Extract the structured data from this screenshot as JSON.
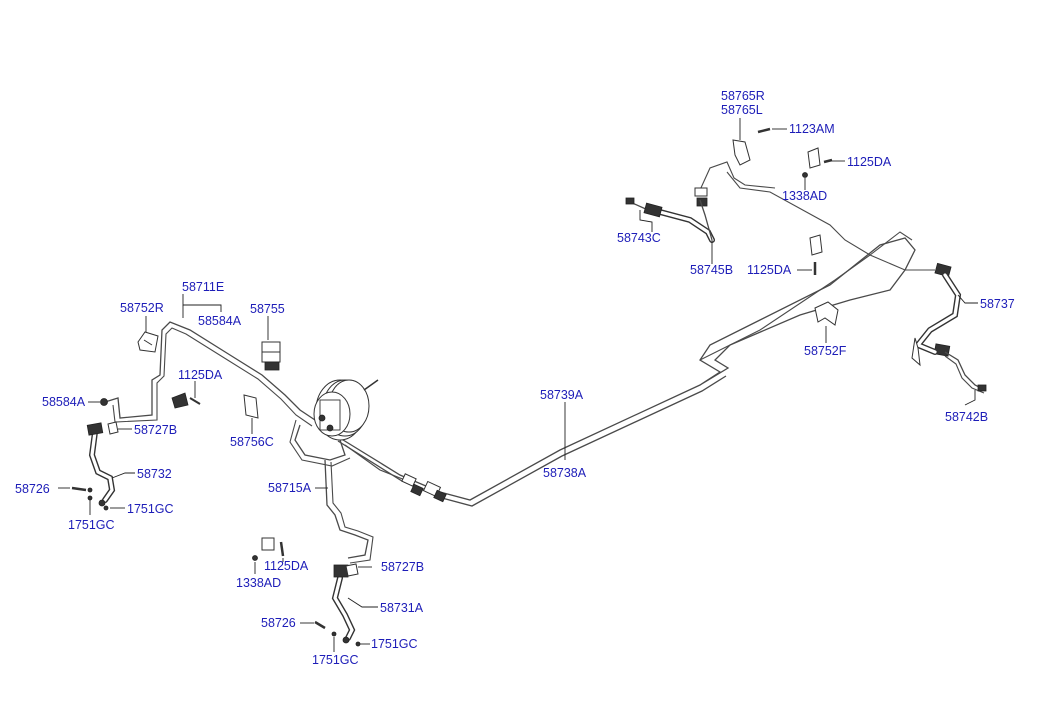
{
  "labels": {
    "p58765R": "58765R",
    "p58765L": "58765L",
    "p1123AM": "1123AM",
    "p1125DA_top": "1125DA",
    "p1338AD_top": "1338AD",
    "p58743C": "58743C",
    "p58745B": "58745B",
    "p1125DA_mid": "1125DA",
    "p58737": "58737",
    "p58752F": "58752F",
    "p58742B": "58742B",
    "p58711E": "58711E",
    "p58752R": "58752R",
    "p58584A_top": "58584A",
    "p58755": "58755",
    "p1125DA_left": "1125DA",
    "p58584A_left": "58584A",
    "p58727B_left": "58727B",
    "p58756C": "58756C",
    "p58739A": "58739A",
    "p58738A": "58738A",
    "p58732": "58732",
    "p58726_left": "58726",
    "p1751GC_left_r": "1751GC",
    "p1751GC_left_b": "1751GC",
    "p58715A": "58715A",
    "p1125DA_bottom": "1125DA",
    "p1338AD_bottom": "1338AD",
    "p58727B_bottom": "58727B",
    "p58731A": "58731A",
    "p58726_bottom": "58726",
    "p1751GC_bottom_r": "1751GC",
    "p1751GC_bottom_b": "1751GC"
  },
  "colors": {
    "label": "#1d1db8",
    "line": "#4a4a4a"
  }
}
